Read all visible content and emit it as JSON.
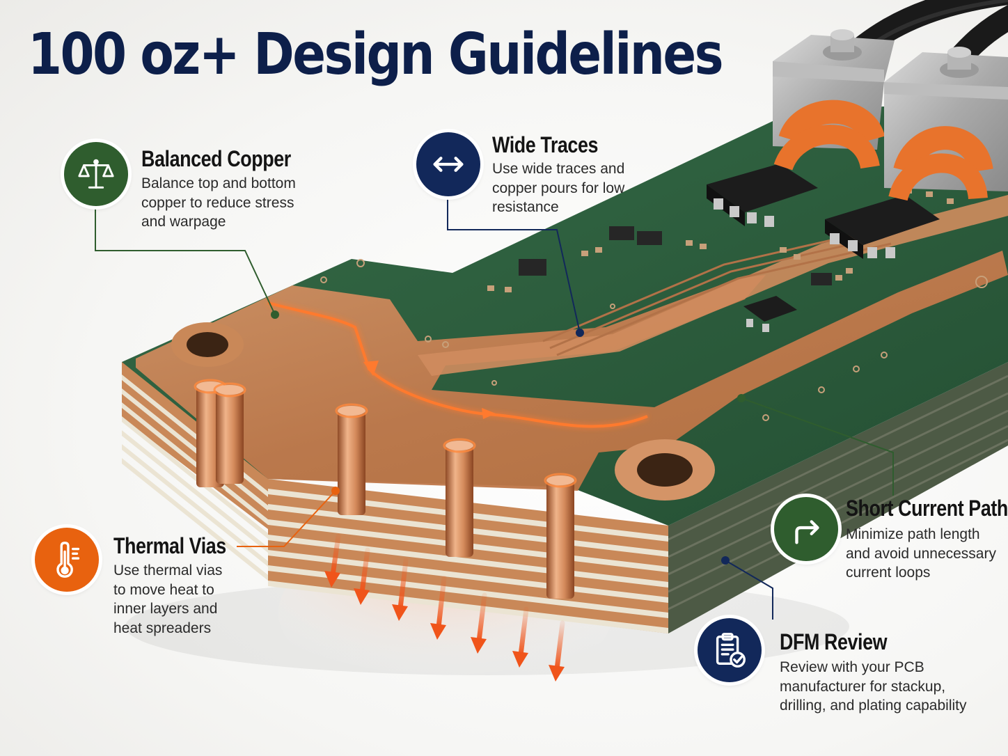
{
  "title": "100 oz+ Design Guidelines",
  "colors": {
    "navy": "#0d1f4a",
    "badge_green": "#2f5d2e",
    "badge_navy": "#12285a",
    "badge_orange": "#e8620f",
    "pcb_green": "#2f6140",
    "copper": "#c47a4c",
    "heat_arrow": "#f0541a"
  },
  "callouts": {
    "balanced_copper": {
      "icon": "balance-scale-icon",
      "title": "Balanced Copper",
      "lines": [
        "Balance top and bottom",
        "copper to reduce stress",
        "and warpage"
      ]
    },
    "wide_traces": {
      "icon": "double-arrow-icon",
      "title": "Wide Traces",
      "lines": [
        "Use wide traces and",
        "copper pours for low",
        "resistance"
      ]
    },
    "short_current_path": {
      "icon": "turn-arrow-icon",
      "title": "Short Current Path",
      "lines": [
        "Minimize path length",
        "and avoid unnecessary",
        "current loops"
      ]
    },
    "thermal_vias": {
      "icon": "thermometer-icon",
      "title": "Thermal Vias",
      "lines": [
        "Use thermal vias",
        "to move heat to",
        "inner layers and",
        "heat spreaders"
      ]
    },
    "dfm_review": {
      "icon": "clipboard-check-icon",
      "title": "DFM Review",
      "lines": [
        "Review with your PCB",
        "manufacturer for stackup,",
        "drilling, and plating capability"
      ]
    }
  }
}
